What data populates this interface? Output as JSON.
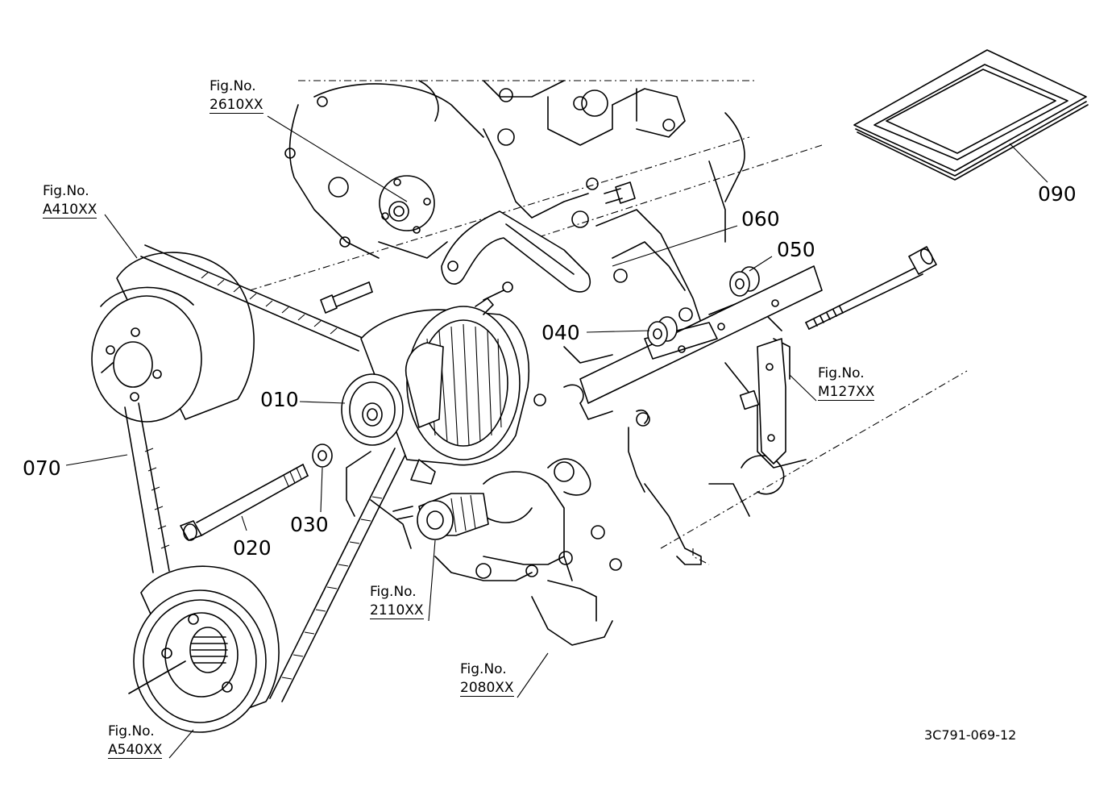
{
  "figure_refs": [
    {
      "id": "2610",
      "prefix": "Fig.No.",
      "code": "2610XX"
    },
    {
      "id": "a410",
      "prefix": "Fig.No.",
      "code": "A410XX"
    },
    {
      "id": "m127",
      "prefix": "Fig.No.",
      "code": "M127XX"
    },
    {
      "id": "2110",
      "prefix": "Fig.No.",
      "code": "2110XX"
    },
    {
      "id": "2080",
      "prefix": "Fig.No.",
      "code": "2080XX"
    },
    {
      "id": "a540",
      "prefix": "Fig.No.",
      "code": "A540XX"
    }
  ],
  "part_numbers": {
    "p010": "010",
    "p020": "020",
    "p030": "030",
    "p040": "040",
    "p050": "050",
    "p060": "060",
    "p070": "070",
    "p090": "090"
  },
  "drawing_ref": "3C791-069-12",
  "parts_visual": {
    "alternator": "alternator-assembly",
    "fan_belt": "fan-belt",
    "fan_pulley": "fan-drive-pulley",
    "crank_pulley": "crankshaft-pulley",
    "manual": "instruction-booklet"
  },
  "colors": {
    "line": "#000000",
    "background": "#ffffff"
  }
}
